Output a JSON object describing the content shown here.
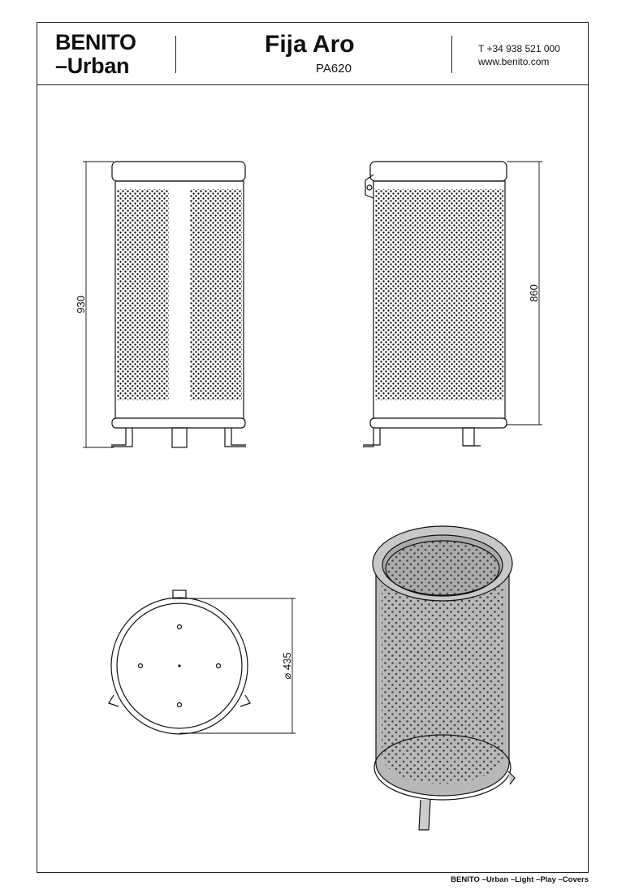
{
  "header": {
    "brand_line1": "BENITO",
    "brand_line2": "–Urban",
    "title": "Fija Aro",
    "code": "PA620",
    "phone": "T +34 938 521 000",
    "website": "www.benito.com"
  },
  "dimensions": {
    "front_height": "930",
    "side_height": "860",
    "diameter": "⌀ 435"
  },
  "footer": {
    "brands": "BENITO –Urban –Light –Play –Covers"
  }
}
